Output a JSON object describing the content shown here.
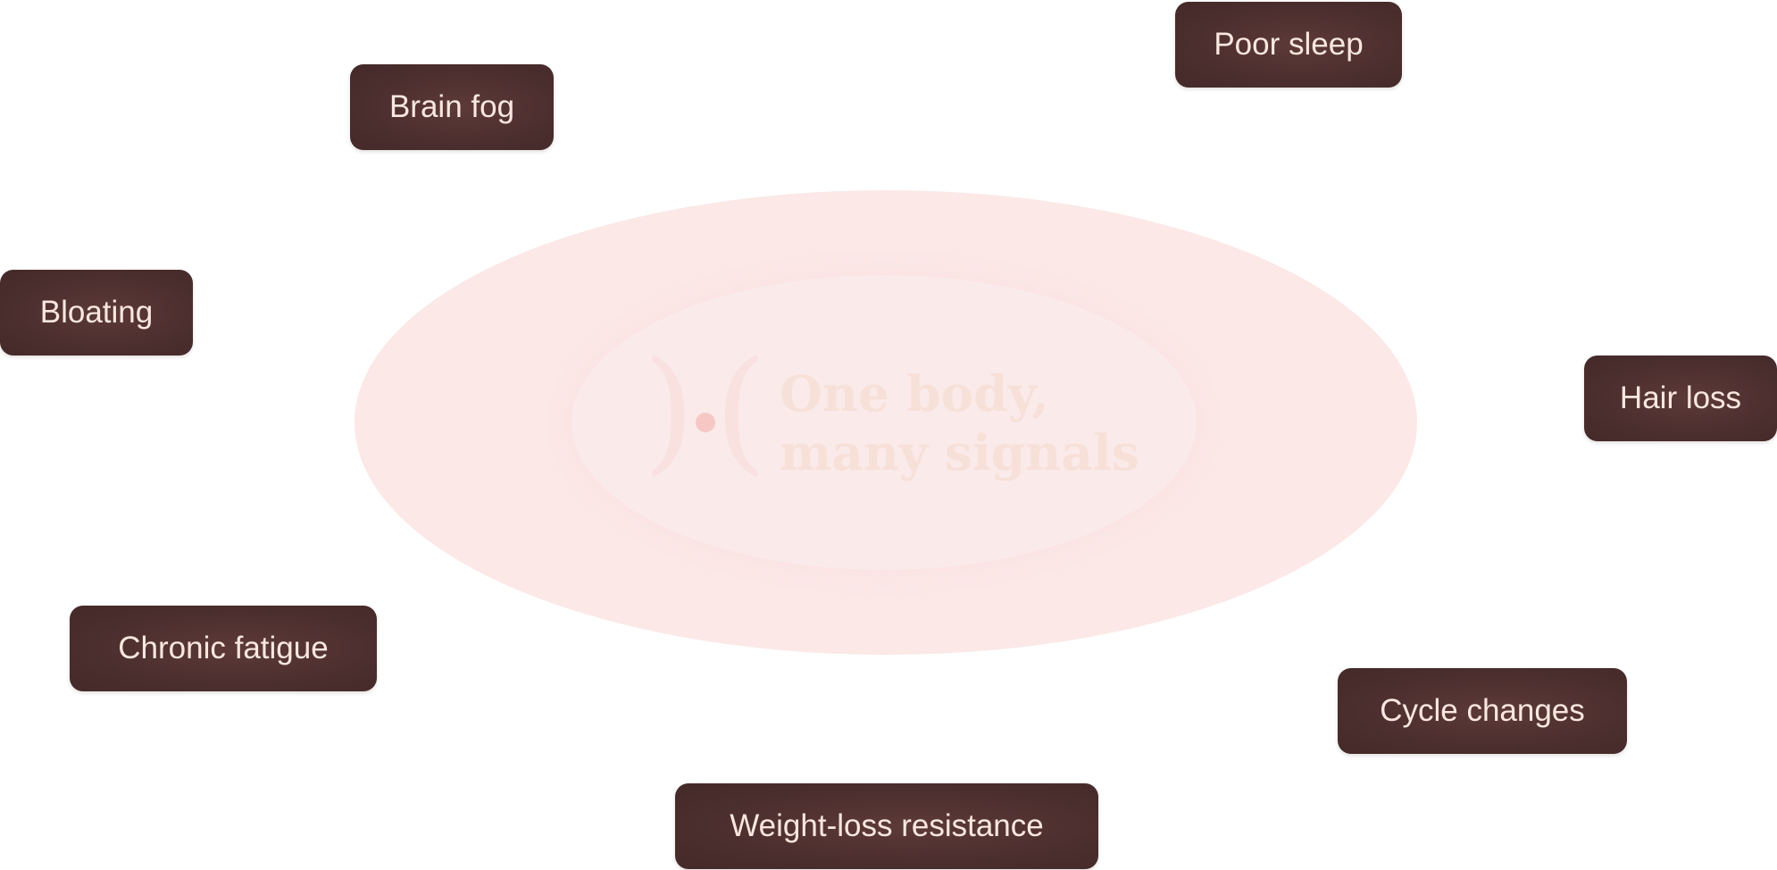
{
  "center": {
    "headline_line1": "One body,",
    "headline_line2": "many signals",
    "bracket_left": ")",
    "bracket_right": "("
  },
  "symptoms": [
    {
      "label": "Poor sleep"
    },
    {
      "label": "Brain fog"
    },
    {
      "label": "Bloating"
    },
    {
      "label": "Hair loss"
    },
    {
      "label": "Chronic fatigue"
    },
    {
      "label": "Cycle changes"
    },
    {
      "label": "Weight-loss resistance"
    }
  ],
  "colors": {
    "chip_background": "#4a2d2d",
    "chip_text": "#fbe7df",
    "ellipse_outer": "#fbe8e7",
    "ellipse_inner": "#fbeaea",
    "headline_text": "#f7e0d8",
    "center_dot": "#f6c7c5"
  }
}
